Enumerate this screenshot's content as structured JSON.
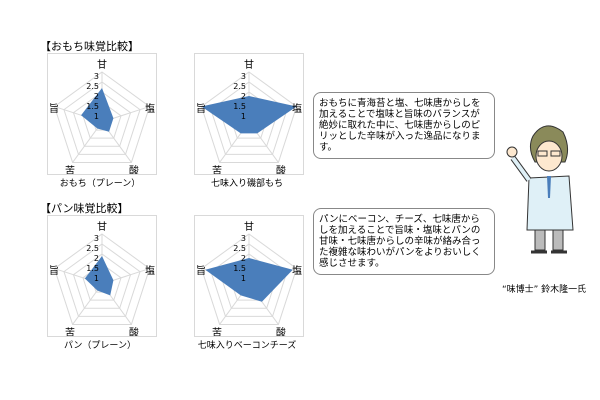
{
  "sections": [
    {
      "title": "【おもち味覚比較】"
    },
    {
      "title": "【パン味覚比較】"
    }
  ],
  "axes": [
    "甘",
    "塩",
    "酸",
    "苦",
    "旨"
  ],
  "ticks": [
    "3",
    "2.5",
    "2",
    "1.5",
    "1"
  ],
  "chart_data": [
    {
      "type": "radar",
      "title": "おもち（プレーン）",
      "axes": [
        "甘",
        "塩",
        "酸",
        "苦",
        "旨"
      ],
      "values": [
        2.2,
        1.1,
        1.1,
        0.9,
        1.6
      ],
      "range": [
        0.5,
        3
      ],
      "color": "#4a7ebb"
    },
    {
      "type": "radar",
      "title": "七味入り磯部もち",
      "axes": [
        "甘",
        "塩",
        "酸",
        "苦",
        "旨"
      ],
      "values": [
        1.8,
        3,
        1.2,
        1.2,
        3
      ],
      "range": [
        0.5,
        3
      ],
      "color": "#4a7ebb"
    },
    {
      "type": "radar",
      "title": "パン（プレーン）",
      "axes": [
        "甘",
        "塩",
        "酸",
        "苦",
        "旨"
      ],
      "values": [
        1.9,
        1.1,
        1.2,
        0.9,
        1.4
      ],
      "range": [
        0.5,
        3
      ],
      "color": "#4a7ebb"
    },
    {
      "type": "radar",
      "title": "七味入りベーコンチーズ",
      "axes": [
        "甘",
        "塩",
        "酸",
        "苦",
        "旨"
      ],
      "values": [
        1.8,
        2.8,
        1.6,
        1.2,
        2.8
      ],
      "range": [
        0.5,
        3
      ],
      "color": "#4a7ebb"
    }
  ],
  "comments": [
    "おもちに青海苔と塩、七味唐からしを加えることで塩味と旨味のバランスが絶妙に取れた中に、七味唐からしのピリッとした辛味が入った逸品になります。",
    "パンにベーコン、チーズ、七味唐からしを加えることで旨味・塩味とパンの甘味・七味唐からしの辛味が絡み合った複雑な味わいがパンをよりおいしく感じさせます。"
  ],
  "person": "“味博士” 鈴木隆一氏"
}
